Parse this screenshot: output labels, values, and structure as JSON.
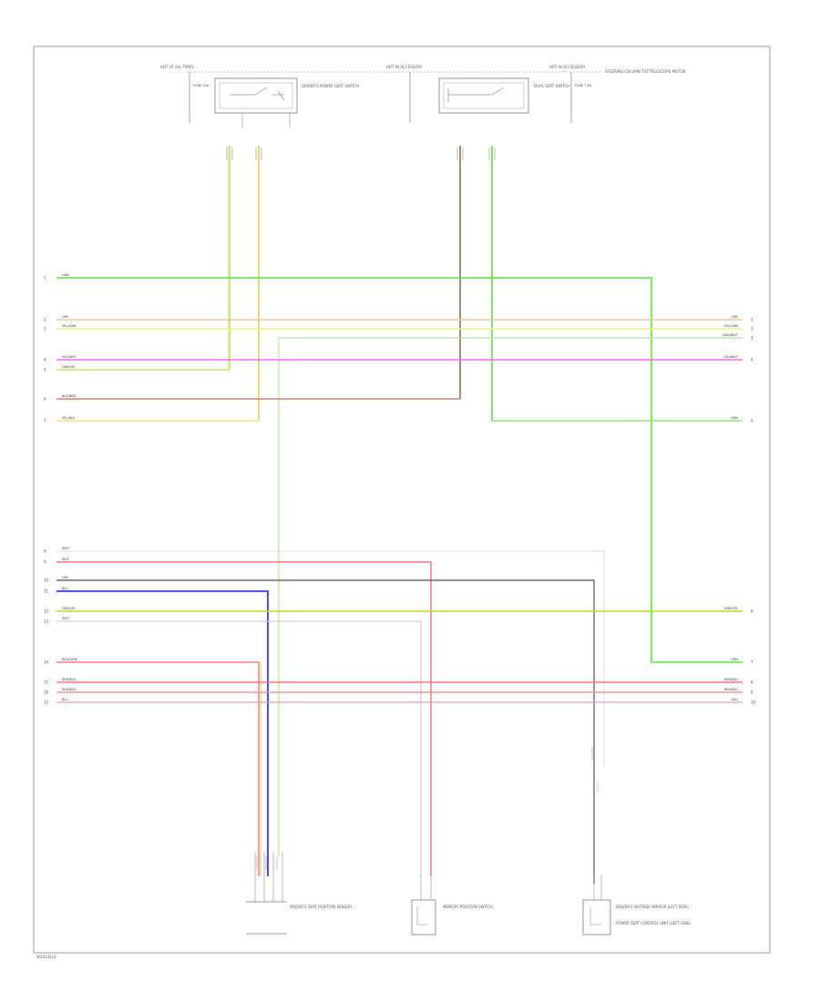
{
  "diagram": {
    "header_labels": [
      {
        "text": "HOT AT ALL TIMES"
      },
      {
        "text": "HOT IN ACCESSORY"
      },
      {
        "text": "HOT IN ACCESSORY"
      }
    ],
    "fuses": [
      {
        "text": "FUSE 15A"
      },
      {
        "text": "FUSE 7.5A"
      }
    ],
    "components": [
      {
        "name": "DRIVER'S POWER SEAT SWITCH"
      },
      {
        "name": "DUAL SEAT SWITCH"
      },
      {
        "name": "STEERING COLUMN TILT/TELESCOPE MOTOR"
      },
      {
        "name": "DRIVER'S SEAT POSITION SENSOR"
      },
      {
        "name": "MEMORY POSITION SWITCH"
      },
      {
        "name": "DRIVER'S OUTSIDE MIRROR (LEFT SIDE)"
      },
      {
        "name": "POWER SEAT CONTROL UNIT (LEFT SIDE)"
      }
    ],
    "left_wires": [
      {
        "color": "GRN",
        "pin": "1"
      },
      {
        "color": "GRY",
        "pin": "2"
      },
      {
        "color": "YEL/GRN",
        "pin": "3"
      },
      {
        "color": "VIO/WHT",
        "pin": "4"
      },
      {
        "color": "GRN/YEL",
        "pin": "5"
      },
      {
        "color": "BLK/BRN",
        "pin": "6"
      },
      {
        "color": "YEL/BLU",
        "pin": "7"
      },
      {
        "color": "WHT",
        "pin": "8"
      },
      {
        "color": "RED",
        "pin": "9"
      },
      {
        "color": "GRY",
        "pin": "10"
      },
      {
        "color": "BLU",
        "pin": "11"
      },
      {
        "color": "GRN/YEL",
        "pin": "12"
      },
      {
        "color": "WHT",
        "pin": "13"
      },
      {
        "color": "RED/GRN",
        "pin": "14"
      },
      {
        "color": "RED/BLU",
        "pin": "15"
      },
      {
        "color": "RED/BLU",
        "pin": "16"
      },
      {
        "color": "BLU",
        "pin": "17"
      }
    ],
    "right_wires": [
      {
        "color": "GRY",
        "pin": "1"
      },
      {
        "color": "YEL/GRN",
        "pin": "2"
      },
      {
        "color": "GRN/WHT",
        "pin": "3"
      },
      {
        "color": "VIO/WHT",
        "pin": "4"
      },
      {
        "color": "GRN",
        "pin": "5"
      },
      {
        "color": "GRN/YEL",
        "pin": "6"
      },
      {
        "color": "GRN",
        "pin": "7"
      },
      {
        "color": "RED/BLU",
        "pin": "8"
      },
      {
        "color": "RED/BLU",
        "pin": "9"
      },
      {
        "color": "BLU",
        "pin": "10"
      }
    ],
    "figure_code": "W2033514"
  }
}
